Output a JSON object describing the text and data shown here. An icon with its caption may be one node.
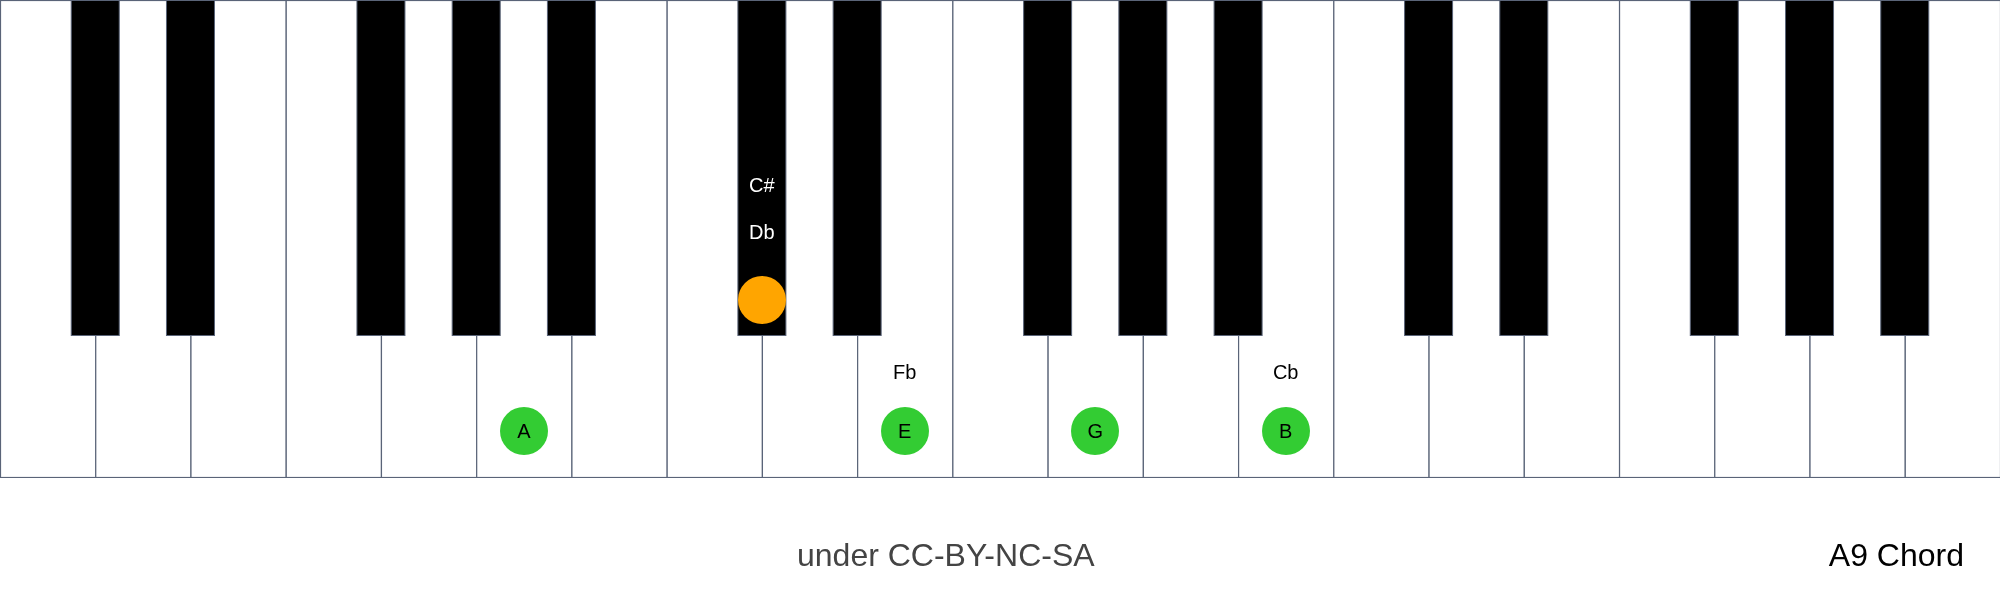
{
  "diagram": {
    "title": "A9 Chord",
    "nodes": [
      {
        "text": [
          "A"
        ]
      },
      {
        "text": [],
        "shape": "circle"
      },
      {
        "text": [
          "E"
        ]
      },
      {
        "text": [
          "G"
        ]
      },
      {
        "text": [
          "B"
        ]
      }
    ],
    "labels": [
      "C#",
      "Db",
      "Fb",
      "Cb",
      "under CC-BY-NC-SA"
    ]
  }
}
